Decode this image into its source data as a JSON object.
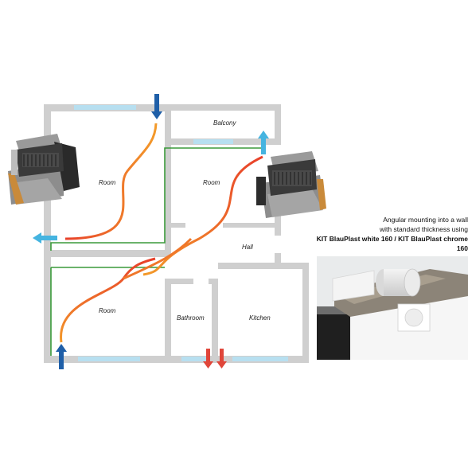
{
  "rooms": {
    "room_left_top": "Room",
    "room_right_top": "Room",
    "balcony": "Balcony",
    "hall": "Hall",
    "room_bottom": "Room",
    "bathroom": "Bathroom",
    "kitchen": "Kitchen"
  },
  "caption": {
    "line1": "Angular mounting into a wall",
    "line2": "with standard thickness using",
    "line3": "KIT BlauPlast white 160 / KIT BlauPlast chrome 160"
  },
  "colors": {
    "wall": "#cfcfcf",
    "window": "#b7dff0",
    "airflow_warm": "#e8402a",
    "airflow_cool": "#f39a2a",
    "duct_link": "#3a9a3a",
    "arrow_in": "#1f5fa8",
    "arrow_out": "#45b4e0",
    "arrow_red": "#e0463a"
  },
  "icons": [
    "ventilation-unit-icon",
    "wall-mount-photo",
    "arrow-icon"
  ]
}
